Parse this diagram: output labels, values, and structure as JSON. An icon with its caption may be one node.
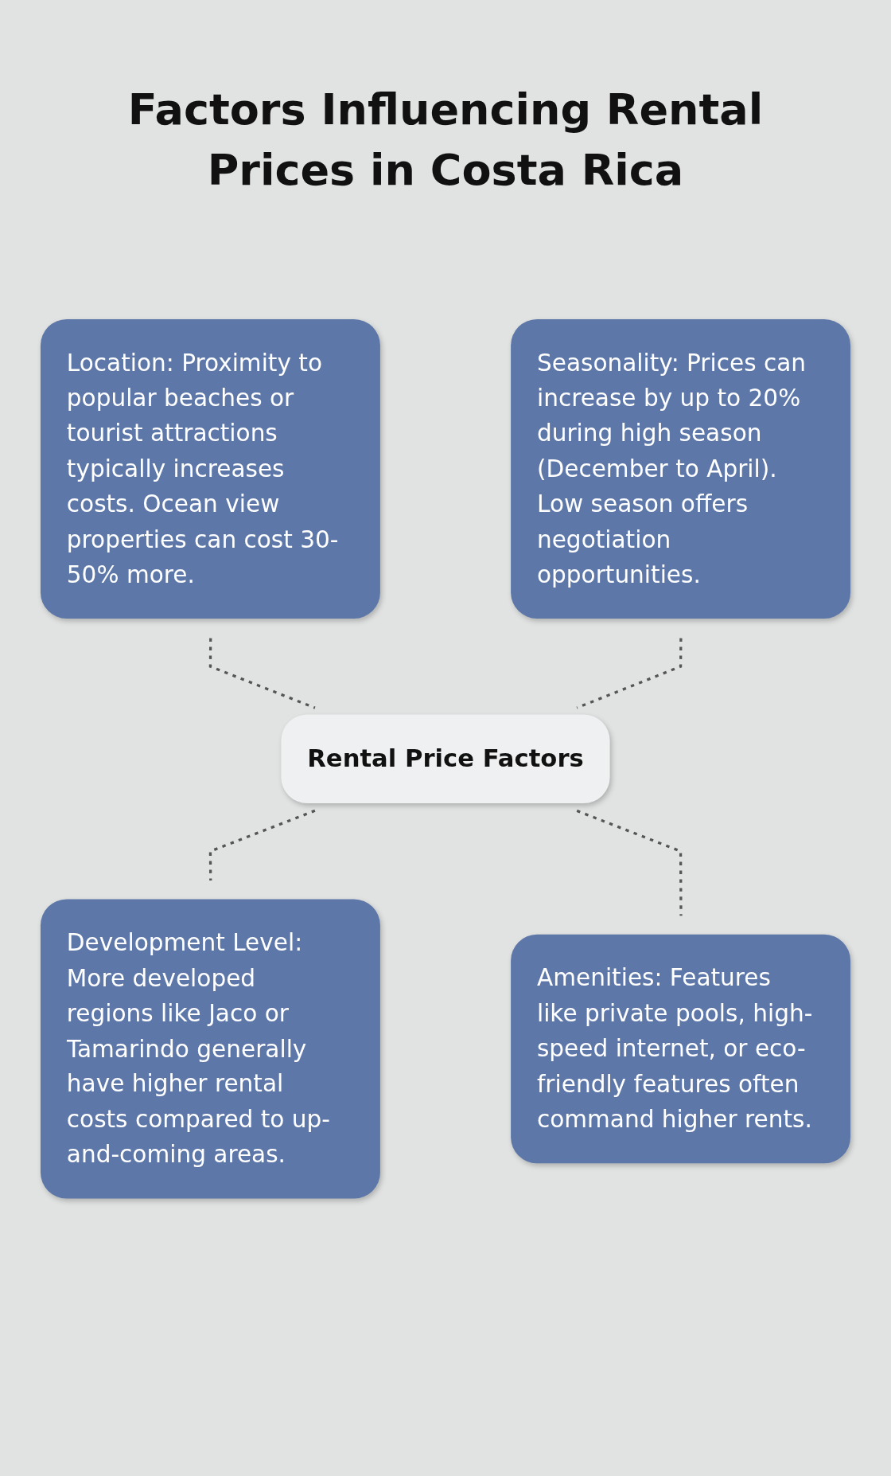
{
  "diagram": {
    "title": "Factors Influencing Rental Prices in Costa Rica",
    "nodes": [
      {
        "text": [
          "Location: Proximity to popular beaches or tourist attractions typically increases costs. Ocean view properties can cost 30-50% more."
        ]
      },
      {
        "text": [
          "Seasonality: Prices can increase by up to 20% during high season (December to April). Low season offers negotiation opportunities."
        ]
      },
      {
        "text": [
          "Rental Price Factors"
        ]
      },
      {
        "text": [
          "Development Level: More developed regions like Jaco or Tamarindo generally have higher rental costs compared to up-and-coming areas."
        ]
      },
      {
        "text": [
          "Amenities: Features like private pools, high-speed internet, or eco-friendly features often command higher rents."
        ]
      }
    ],
    "edges": [
      {
        "from": 0,
        "to": 2,
        "arrow": "none",
        "style": "dashed"
      },
      {
        "from": 1,
        "to": 2,
        "arrow": "none",
        "style": "dashed"
      },
      {
        "from": 2,
        "to": 3,
        "arrow": "none",
        "style": "dashed"
      },
      {
        "from": 2,
        "to": 4,
        "arrow": "none",
        "style": "dashed"
      }
    ]
  }
}
